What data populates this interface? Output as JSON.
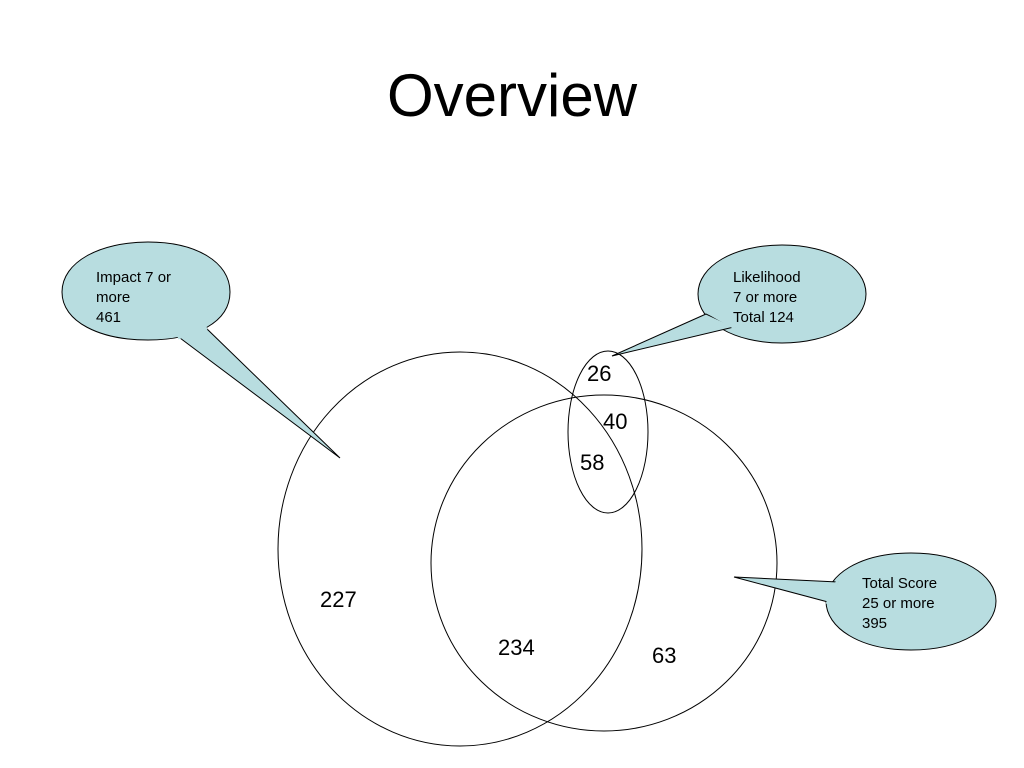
{
  "title": "Overview",
  "colors": {
    "callout_fill": "#b8dde0",
    "stroke": "#000000"
  },
  "sets": [
    {
      "name": "Impact",
      "callout_lines": [
        "Impact 7 or",
        "more",
        "461"
      ]
    },
    {
      "name": "Likelihood",
      "callout_lines": [
        "Likelihood",
        "7 or more",
        "Total 124"
      ]
    },
    {
      "name": "Total Score",
      "callout_lines": [
        "Total Score",
        "25 or more",
        "395"
      ]
    }
  ],
  "regions": {
    "impact_only": "227",
    "impact_and_total": "234",
    "total_only": "63",
    "likelihood_only": "26",
    "likelihood_and_total": "40",
    "all_three": "58"
  }
}
